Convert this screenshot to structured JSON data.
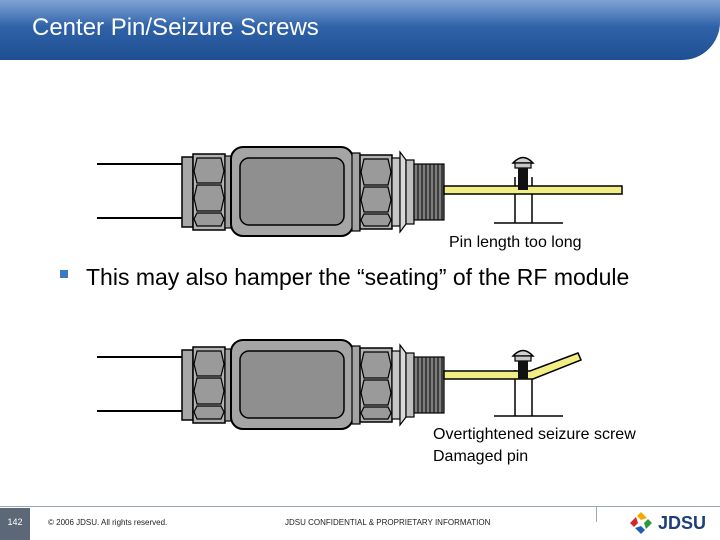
{
  "slide": {
    "title": "Center Pin/Seizure Screws"
  },
  "figure_top": {
    "caption": "Pin length too long"
  },
  "bullet": {
    "text": "This may also hamper the “seating” of the RF module"
  },
  "figure_bottom": {
    "caption_line1": "Overtightened seizure screw",
    "caption_line2": "Damaged pin"
  },
  "footer": {
    "page_number": "142",
    "copyright": "© 2006 JDSU. All rights reserved.",
    "confidential": "JDSU CONFIDENTIAL & PROPRIETARY INFORMATION",
    "logo_text": "JDSU"
  },
  "colors": {
    "pin": "#f2ee86",
    "title_bar": "#2f62a8",
    "bullet": "#3b79c0",
    "metal": "#9a9a9a"
  }
}
